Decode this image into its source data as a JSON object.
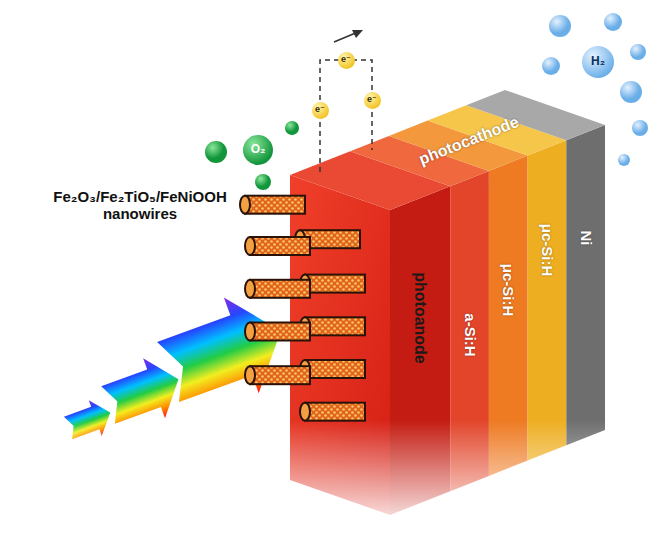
{
  "diagram": {
    "nodes": [
      {
        "text": [
          "O₂"
        ]
      },
      {
        "text": [
          "e⁻"
        ]
      },
      {
        "text": [
          "e⁻"
        ]
      },
      {
        "text": [
          "e⁻"
        ]
      },
      {
        "text": [
          "H₂"
        ]
      },
      {
        "text": [
          "photoanode"
        ]
      },
      {
        "text": [
          "a-Si:H"
        ]
      },
      {
        "text": [
          "μc-Si:H"
        ]
      },
      {
        "text": [
          "μc-Si:H"
        ]
      },
      {
        "text": [
          "Ni"
        ]
      }
    ],
    "labels": [
      "Fe₂O₃/Fe₂TiO₅/FeNiOOH nanowires",
      "photocathode"
    ]
  }
}
